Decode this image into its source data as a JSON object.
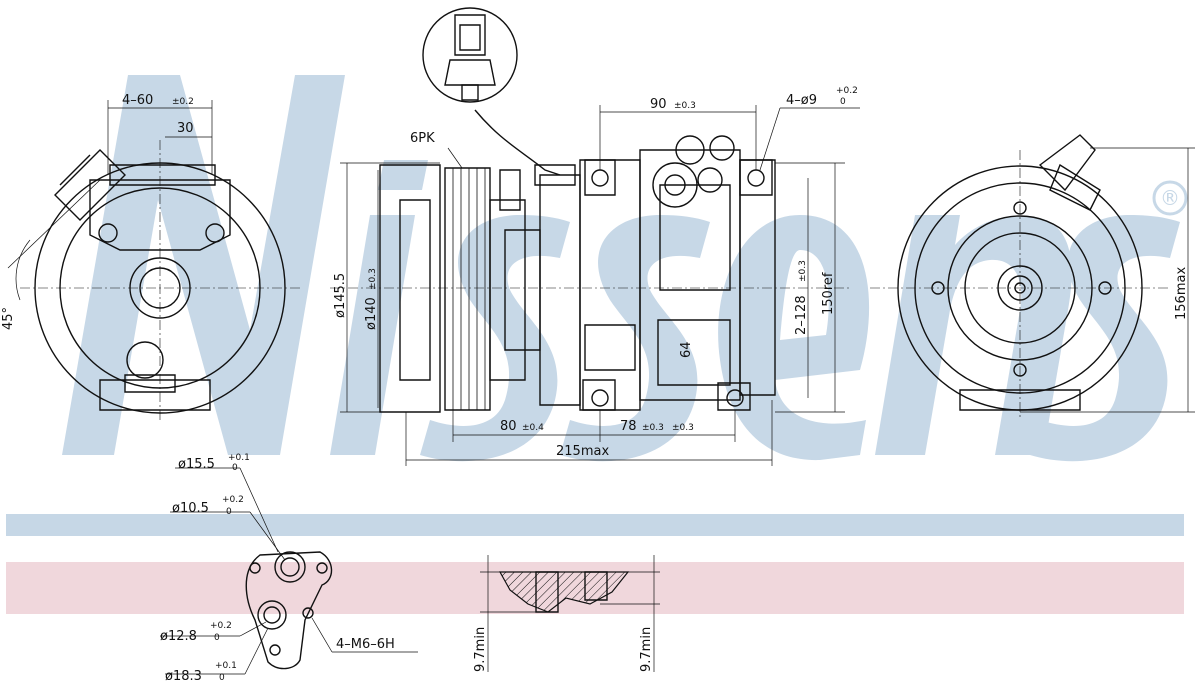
{
  "colors": {
    "watermark": "#c7d8e7",
    "band_blue": "#c6d7e6",
    "band_pink": "#f0d7dc",
    "ink": "#111111"
  },
  "watermark": {
    "text": "Nissens",
    "mark": "®"
  },
  "labels": {
    "belt": "6PK",
    "bolt_spacing_top": "4–60",
    "bolt_spacing_top_tol": "±0.2",
    "offset_30": "30",
    "angle_45": "45°",
    "dia_145_5": "ø145.5",
    "dia_140": "ø140",
    "dia_140_tol": "±0.3",
    "mount_90": "90",
    "mount_90_tol": "±0.3",
    "holes_4x9": "4–ø9",
    "holes_4x9_tol_up": "+0.2",
    "holes_4x9_tol_dn": "0",
    "height_128": "2–128",
    "height_128_tol": "±0.3",
    "height_150": "150ref",
    "depth_64": "64",
    "len_80": "80",
    "len_80_tol": "±0.4",
    "len_78": "78",
    "len_78_tol": "±0.3",
    "len_78_tol2": "±0.3",
    "len_215": "215max",
    "dia_156": "156max",
    "port_15_5": "ø15.5",
    "port_15_5_up": "+0.1",
    "port_15_5_dn": "0",
    "port_10_5": "ø10.5",
    "port_10_5_up": "+0.2",
    "port_10_5_dn": "0",
    "port_12_8": "ø12.8",
    "port_12_8_up": "+0.2",
    "port_12_8_dn": "0",
    "port_18_3": "ø18.3",
    "port_18_3_up": "+0.1",
    "port_18_3_dn": "0",
    "thread": "4–M6–6H",
    "depth_min_left": "9.7min",
    "depth_min_right": "9.7min"
  }
}
